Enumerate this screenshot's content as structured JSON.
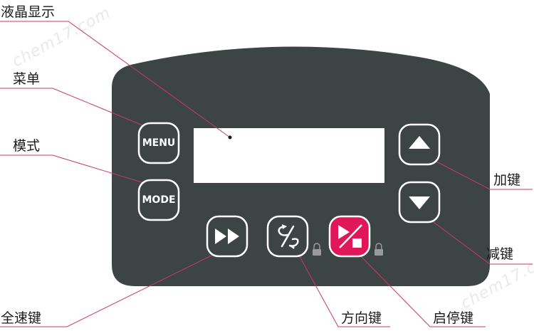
{
  "diagram": {
    "labels": {
      "lcd": "液晶显示",
      "menu": "菜单",
      "mode": "模式",
      "plus": "加键",
      "minus": "减键",
      "fullspeed": "全速键",
      "direction": "方向键",
      "startstop": "启停键"
    },
    "buttons": {
      "menu": "MENU",
      "mode": "MODE"
    },
    "watermark": "chem17.com",
    "colors": {
      "panel": "#3d4444",
      "button_border": "#ffffff",
      "startstop_fill": "#e0185a",
      "leader_line": "#c93a5e",
      "lcd": "#ffffff"
    }
  }
}
